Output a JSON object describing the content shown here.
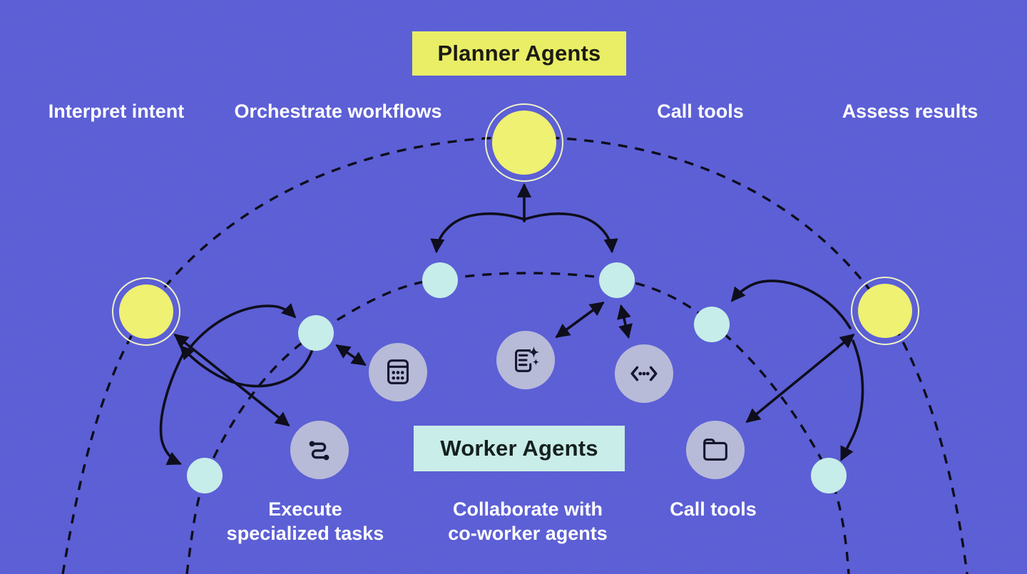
{
  "titles": {
    "planner": "Planner Agents",
    "worker": "Worker Agents"
  },
  "planner_capabilities": {
    "interpret": "Interpret intent",
    "orchestrate": "Orchestrate workflows",
    "call_tools": "Call tools",
    "assess": "Assess results"
  },
  "worker_capabilities": {
    "execute_line1": "Execute",
    "execute_line2": "specialized tasks",
    "collaborate_line1": "Collaborate with",
    "collaborate_line2": "co-worker agents",
    "call_tools": "Call tools"
  },
  "icons": {
    "calculator": "calculator-icon",
    "document_sparkle": "document-sparkle-icon",
    "code_brackets": "code-brackets-icon",
    "route": "route-icon",
    "folder": "folder-icon"
  },
  "colors": {
    "background": "#5A5DD6",
    "planner_yellow": "#EEF171",
    "planner_title_box": "#E9EE66",
    "worker_cyan": "#C6EDE9",
    "worker_title_box": "#C9EDE9",
    "tool_gray": "#B7BBD8",
    "line_black": "#0E0E1C",
    "label_white": "#FFFFFF",
    "title_dark": "#1C1C14"
  }
}
